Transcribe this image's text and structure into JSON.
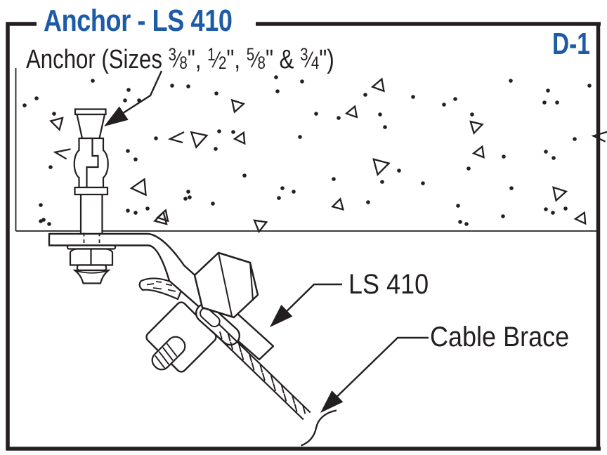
{
  "title": "Anchor - LS 410",
  "sheet_label": "D-1",
  "callouts": {
    "anchor_prefix": "Anchor (Sizes ",
    "sizes": [
      {
        "num": "3",
        "den": "8",
        "suffix": "\", "
      },
      {
        "num": "1",
        "den": "2",
        "suffix": "\", "
      },
      {
        "num": "5",
        "den": "8",
        "suffix": "\" & "
      },
      {
        "num": "3",
        "den": "4",
        "suffix": "\")"
      }
    ],
    "ls410": "LS 410",
    "cable_brace": "Cable Brace"
  },
  "colors": {
    "accent_blue": "#1d5ba6",
    "line_ink": "#231f20",
    "background": "#ffffff"
  }
}
